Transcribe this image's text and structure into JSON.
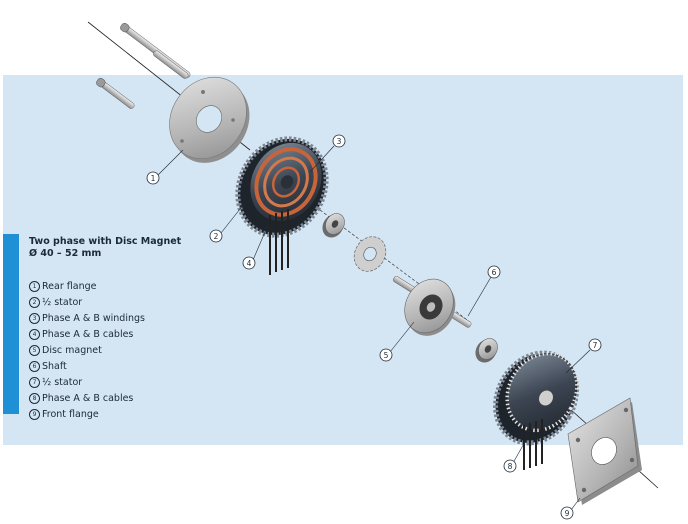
{
  "heading": {
    "line1": "Two phase with Disc Magnet",
    "line2": "Ø 40 – 52 mm"
  },
  "parts": [
    {
      "num": "1",
      "label": "Rear flange"
    },
    {
      "num": "2",
      "label": "½ stator"
    },
    {
      "num": "3",
      "label": "Phase A & B windings"
    },
    {
      "num": "4",
      "label": "Phase A & B cables"
    },
    {
      "num": "5",
      "label": "Disc magnet"
    },
    {
      "num": "6",
      "label": "Shaft"
    },
    {
      "num": "7",
      "label": "½ stator"
    },
    {
      "num": "8",
      "label": "Phase A & B cables"
    },
    {
      "num": "9",
      "label": "Front flange"
    }
  ],
  "callouts": [
    "1",
    "2",
    "3",
    "4",
    "5",
    "6",
    "7",
    "8",
    "9"
  ],
  "colors": {
    "panel": "#d4e5f3",
    "accent": "#1f8fd6",
    "winding": "#c8643a",
    "metal": "#b8b8b8",
    "dark_metal": "#3c4552"
  }
}
